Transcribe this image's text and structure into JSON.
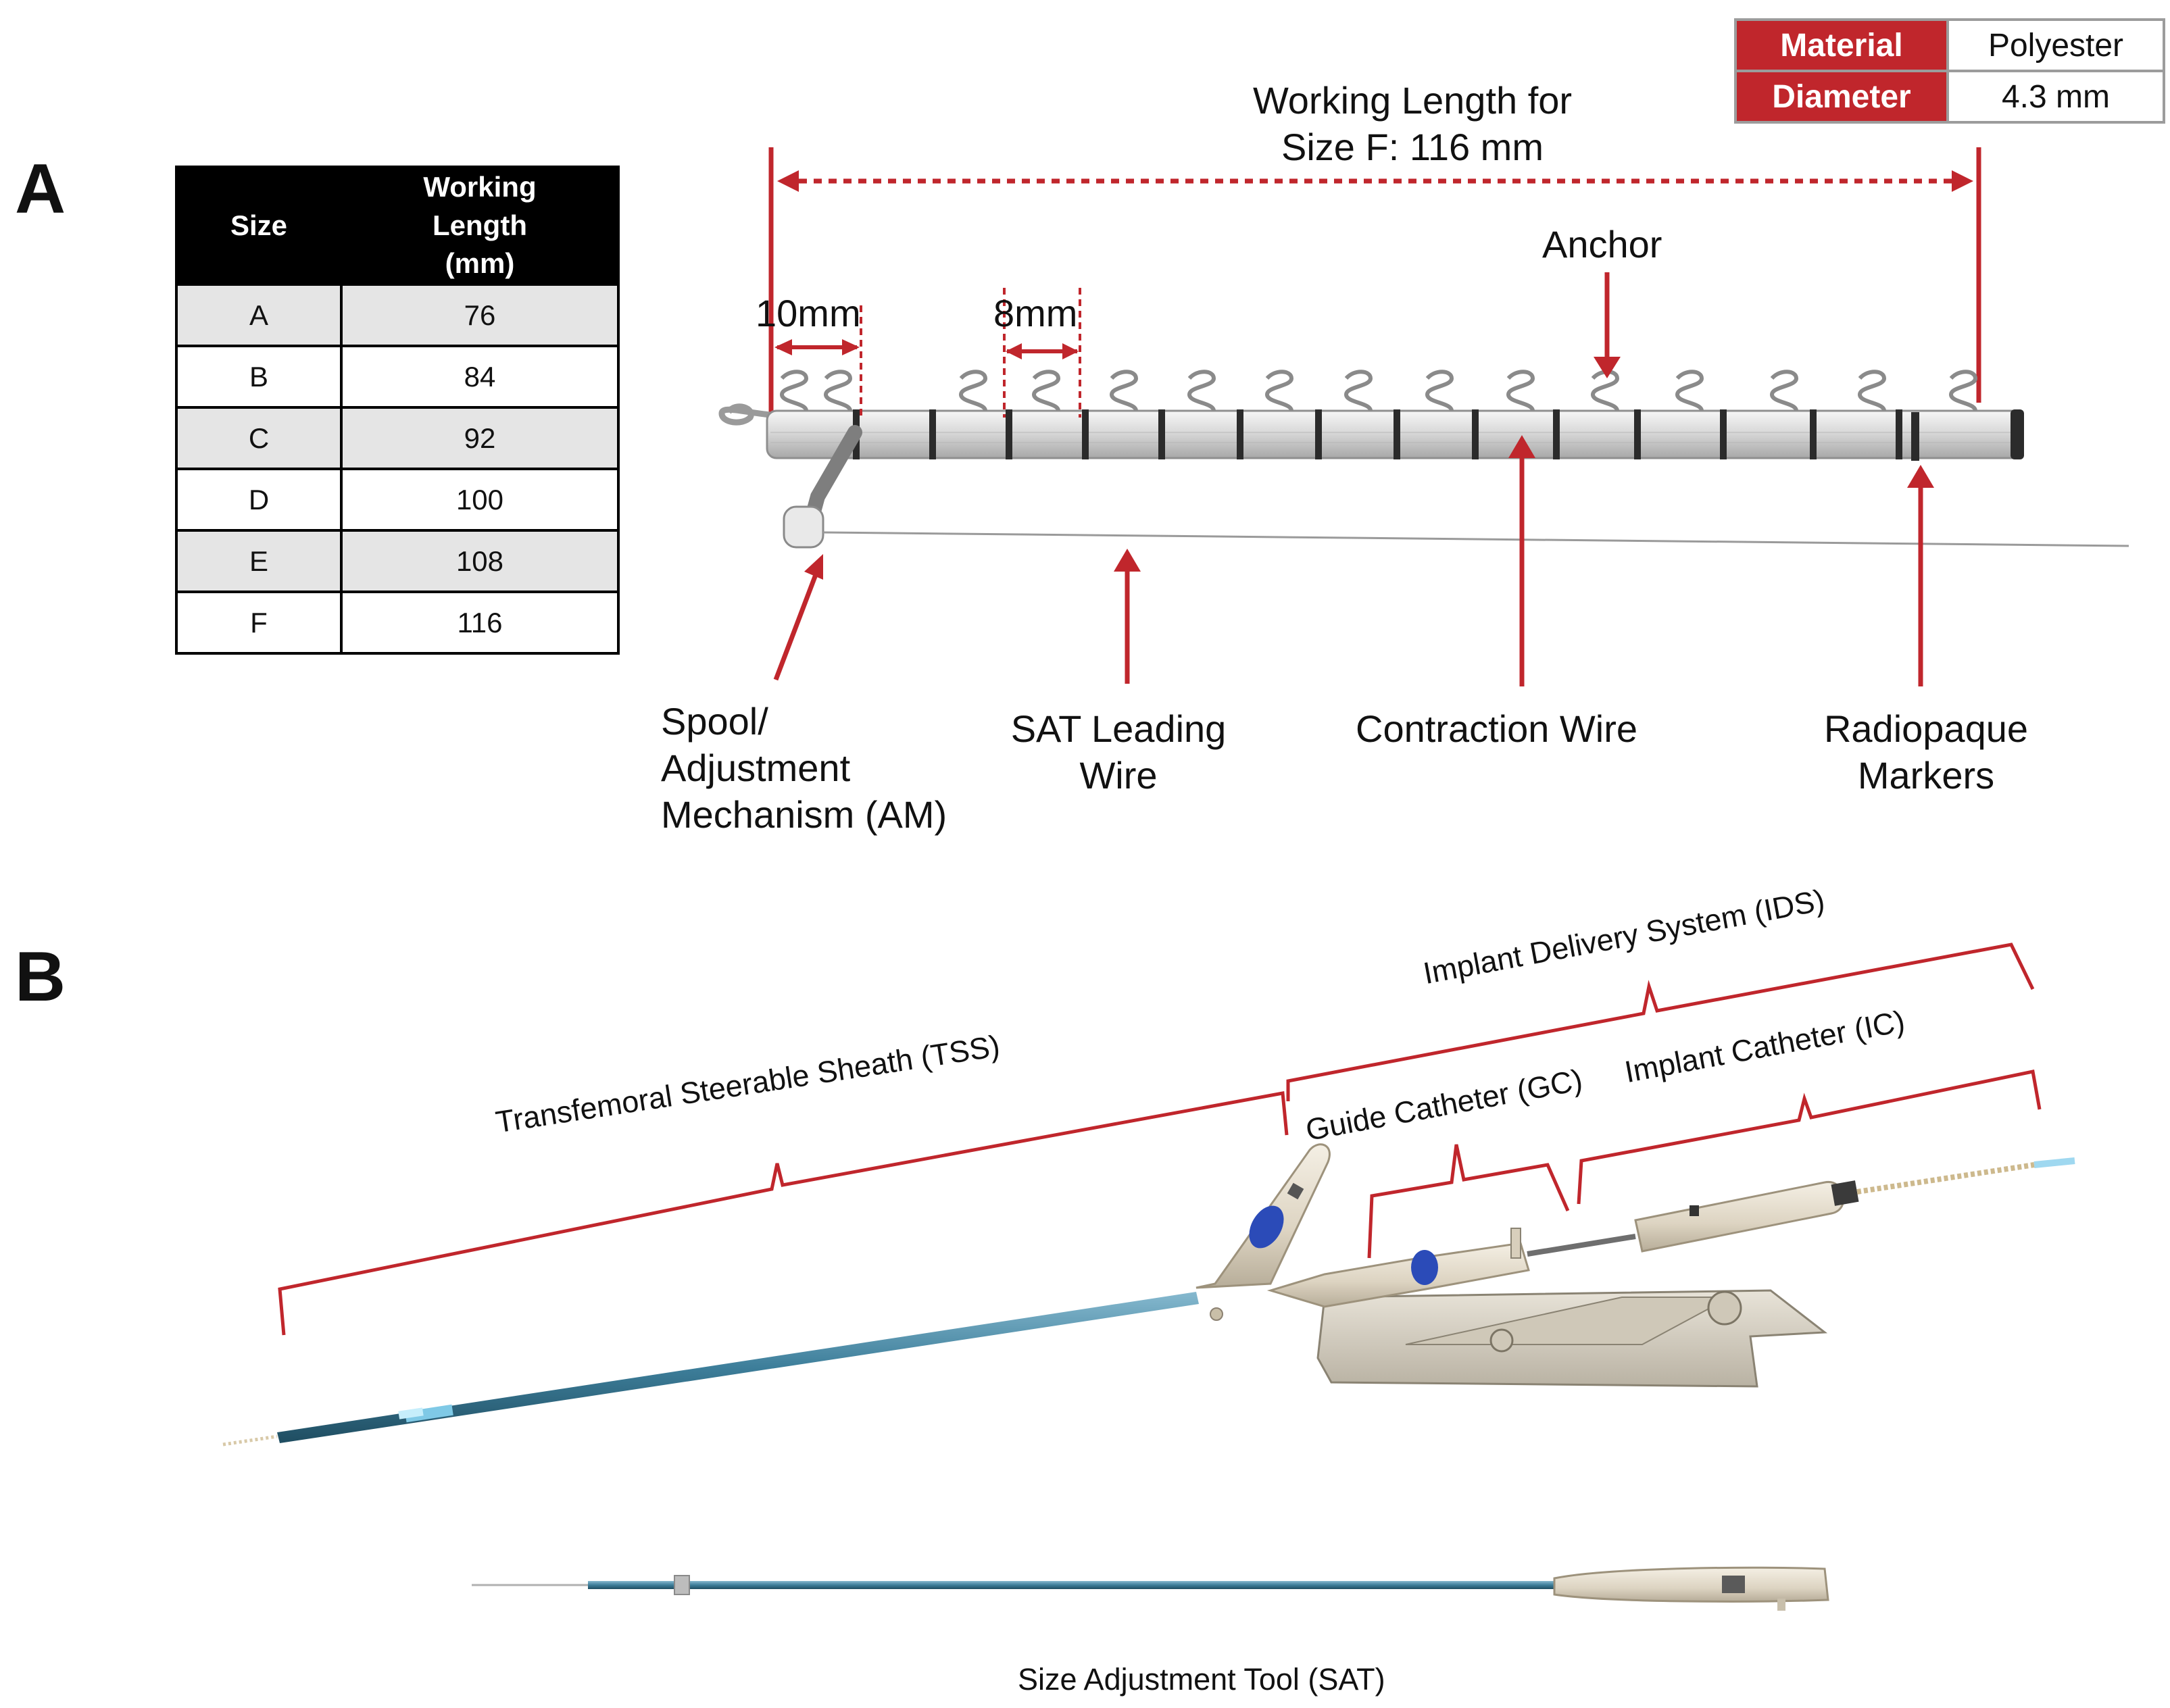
{
  "panels": {
    "a": "A",
    "b": "B"
  },
  "size_table": {
    "headers": [
      "Size",
      "Working Length (mm)"
    ],
    "rows": [
      {
        "size": "A",
        "length": "76"
      },
      {
        "size": "B",
        "length": "84"
      },
      {
        "size": "C",
        "length": "92"
      },
      {
        "size": "D",
        "length": "100"
      },
      {
        "size": "E",
        "length": "108"
      },
      {
        "size": "F",
        "length": "116"
      }
    ]
  },
  "spec_table": {
    "rows": [
      {
        "key": "Material",
        "value": "Polyester"
      },
      {
        "key": "Diameter",
        "value": "4.3 mm"
      }
    ]
  },
  "panel_a": {
    "working_length_line1": "Working Length for",
    "working_length_line2": "Size F: 116 mm",
    "dim_10": "10mm",
    "dim_8": "8mm",
    "anchor": "Anchor",
    "spool_l1": "Spool/",
    "spool_l2": "Adjustment",
    "spool_l3": "Mechanism (AM)",
    "sat_l1": "SAT Leading",
    "sat_l2": "Wire",
    "contraction": "Contraction Wire",
    "radio_l1": "Radiopaque",
    "radio_l2": "Markers"
  },
  "panel_b": {
    "tss": "Transfemoral Steerable Sheath (TSS)",
    "ids": "Implant Delivery System (IDS)",
    "gc": "Guide Catheter (GC)",
    "ic": "Implant Catheter (IC)",
    "sat": "Size Adjustment Tool (SAT)"
  },
  "colors": {
    "annotation_red": "#c0262c",
    "table_header": "#000000",
    "table_row_shade": "#e5e5e5",
    "sheath_blue": "#3d7e9a"
  }
}
